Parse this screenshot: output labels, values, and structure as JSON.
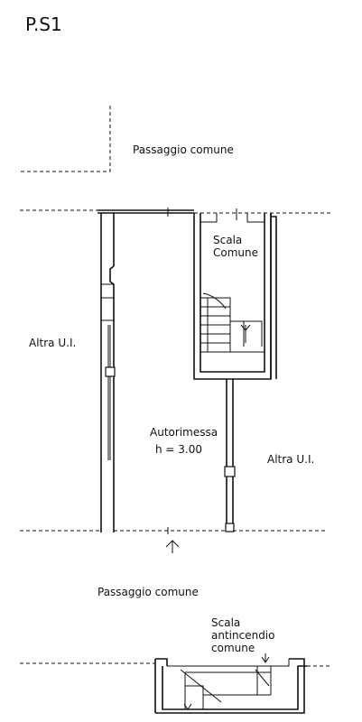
{
  "drawing": {
    "title": "P.S1",
    "labels": {
      "passaggio_top": "Passaggio comune",
      "passaggio_bottom": "Passaggio comune",
      "altra_left": "Altra U.I.",
      "altra_right": "Altra U.I.",
      "scala_line1": "Scala",
      "scala_line2": "Comune",
      "autorimessa": "Autorimessa",
      "height": "h = 3.00",
      "antincendio_line1": "Scala",
      "antincendio_line2": "antincendio",
      "antincendio_line3": "comune"
    },
    "colors": {
      "line": "#111111",
      "background": "#ffffff"
    }
  }
}
